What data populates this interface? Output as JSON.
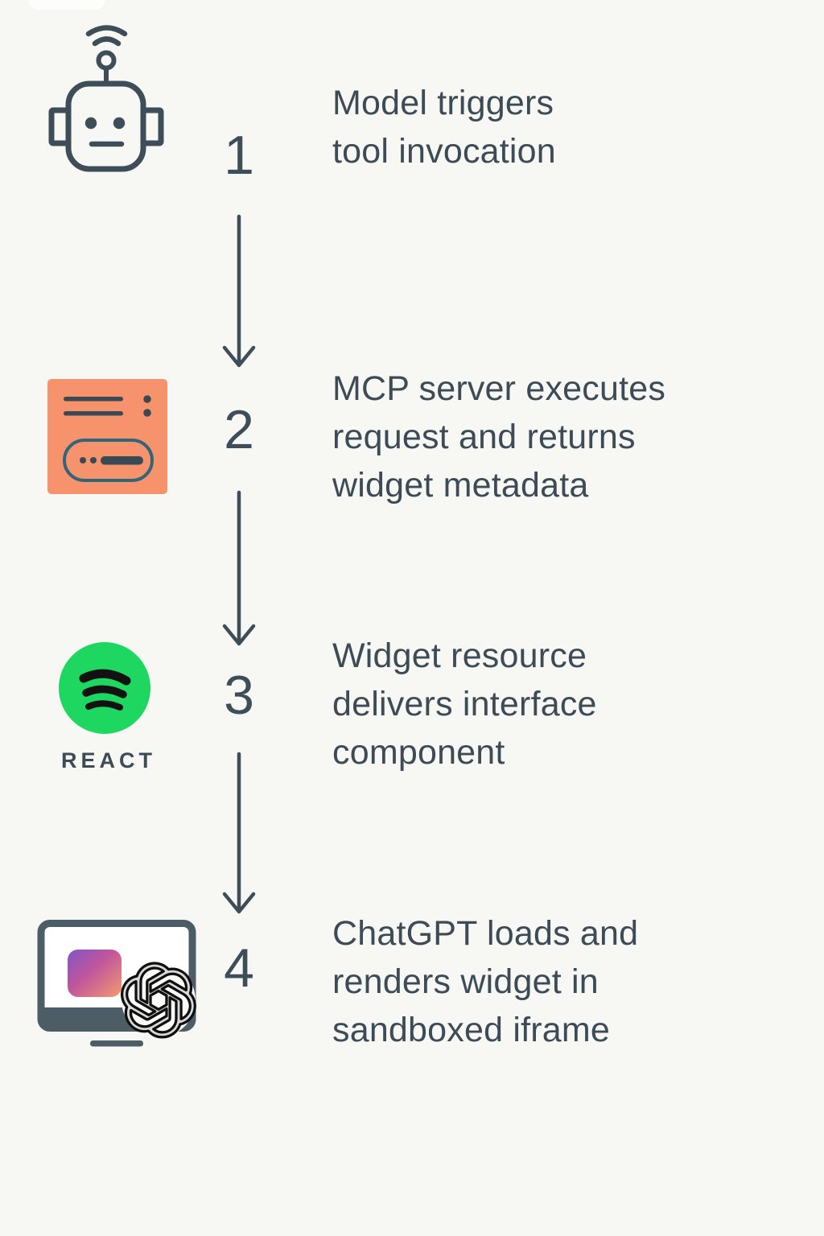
{
  "diagram": {
    "background": "#f7f7f4",
    "text_color": "#3c4b55",
    "accent_colors": {
      "icon_stroke": "#3e4e58",
      "server_orange": "#f6926c",
      "server_pill_teal": "#2f6678",
      "spotify_green": "#1ed760",
      "spotify_arcs": "#121212",
      "laptop_frame": "#4d5d66",
      "widget_gradient_start": "#7e57c5",
      "widget_gradient_mid": "#c2569b",
      "widget_gradient_end": "#f29a6e"
    },
    "steps": [
      {
        "number": "1",
        "icon": "robot-icon",
        "lines": [
          "Model triggers",
          "tool invocation"
        ]
      },
      {
        "number": "2",
        "icon": "mcp-server-icon",
        "lines": [
          "MCP server executes",
          "request and returns",
          "widget metadata"
        ]
      },
      {
        "number": "3",
        "icon": "spotify-widget-icon",
        "caption": "REACT",
        "lines": [
          "Widget resource",
          "delivers interface",
          "component"
        ]
      },
      {
        "number": "4",
        "icon": "chatgpt-sandbox-icon",
        "lines": [
          "ChatGPT loads and",
          "renders widget in",
          "sandboxed iframe"
        ]
      }
    ]
  }
}
